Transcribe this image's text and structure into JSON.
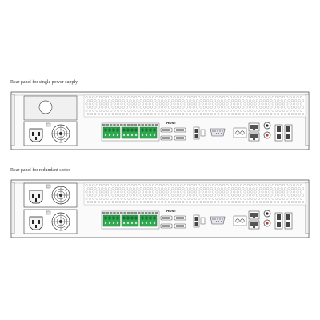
{
  "captions": {
    "single": "Rear panel for single power supply",
    "redundant": "Rear panel for redundant series"
  },
  "labels": {
    "hdmi": "HDMI"
  },
  "colors": {
    "terminal_green": "#2fa84f",
    "outline": "#555555",
    "panel_fill": "#fafafa",
    "rca_red": "#c0392b"
  },
  "icons": [
    "power-socket-icon",
    "fan-icon",
    "vga-port-icon",
    "ethernet-port-icon",
    "usb-port-icon",
    "rca-jack-icon"
  ]
}
